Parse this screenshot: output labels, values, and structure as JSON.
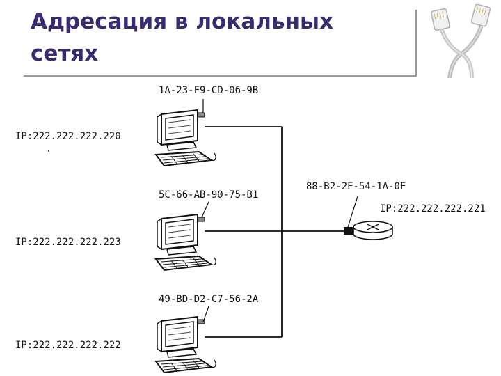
{
  "slide": {
    "title_line1": "Адресация в локальных",
    "title_line2": "сетях"
  },
  "hosts": [
    {
      "mac": "1A-23-F9-CD-06-9B",
      "ip": "IP:222.222.222.220"
    },
    {
      "mac": "5C-66-AB-90-75-B1",
      "ip": "IP:222.222.222.223"
    },
    {
      "mac": "49-BD-D2-C7-56-2A",
      "ip": "IP:222.222.222.222"
    }
  ],
  "router": {
    "mac": "88-B2-2F-54-1A-0F",
    "ip": "IP:222.222.222.221"
  },
  "colors": {
    "title": "#3a2a6e",
    "rule": "#9a9a9a",
    "line": "#111111"
  },
  "icons": [
    "computer-icon",
    "router-icon",
    "network-cable-image"
  ]
}
